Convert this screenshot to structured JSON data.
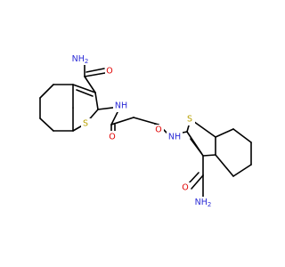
{
  "colors": {
    "background": "#ffffff",
    "bond": "#000000",
    "nitrogen": "#2b2bd6",
    "oxygen": "#e00000",
    "sulfur": "#b8a000"
  },
  "labels": {
    "nh2_top": "NH",
    "nh2_top_sub": "2",
    "o_amide_top": "O",
    "nh_left": "NH",
    "s_left": "S",
    "o_linker_left": "O",
    "o_linker_right": "O",
    "nh_right": "NH",
    "s_right": "S",
    "o_amide_bottom": "O",
    "nh2_bottom": "NH",
    "nh2_bottom_sub": "2"
  }
}
